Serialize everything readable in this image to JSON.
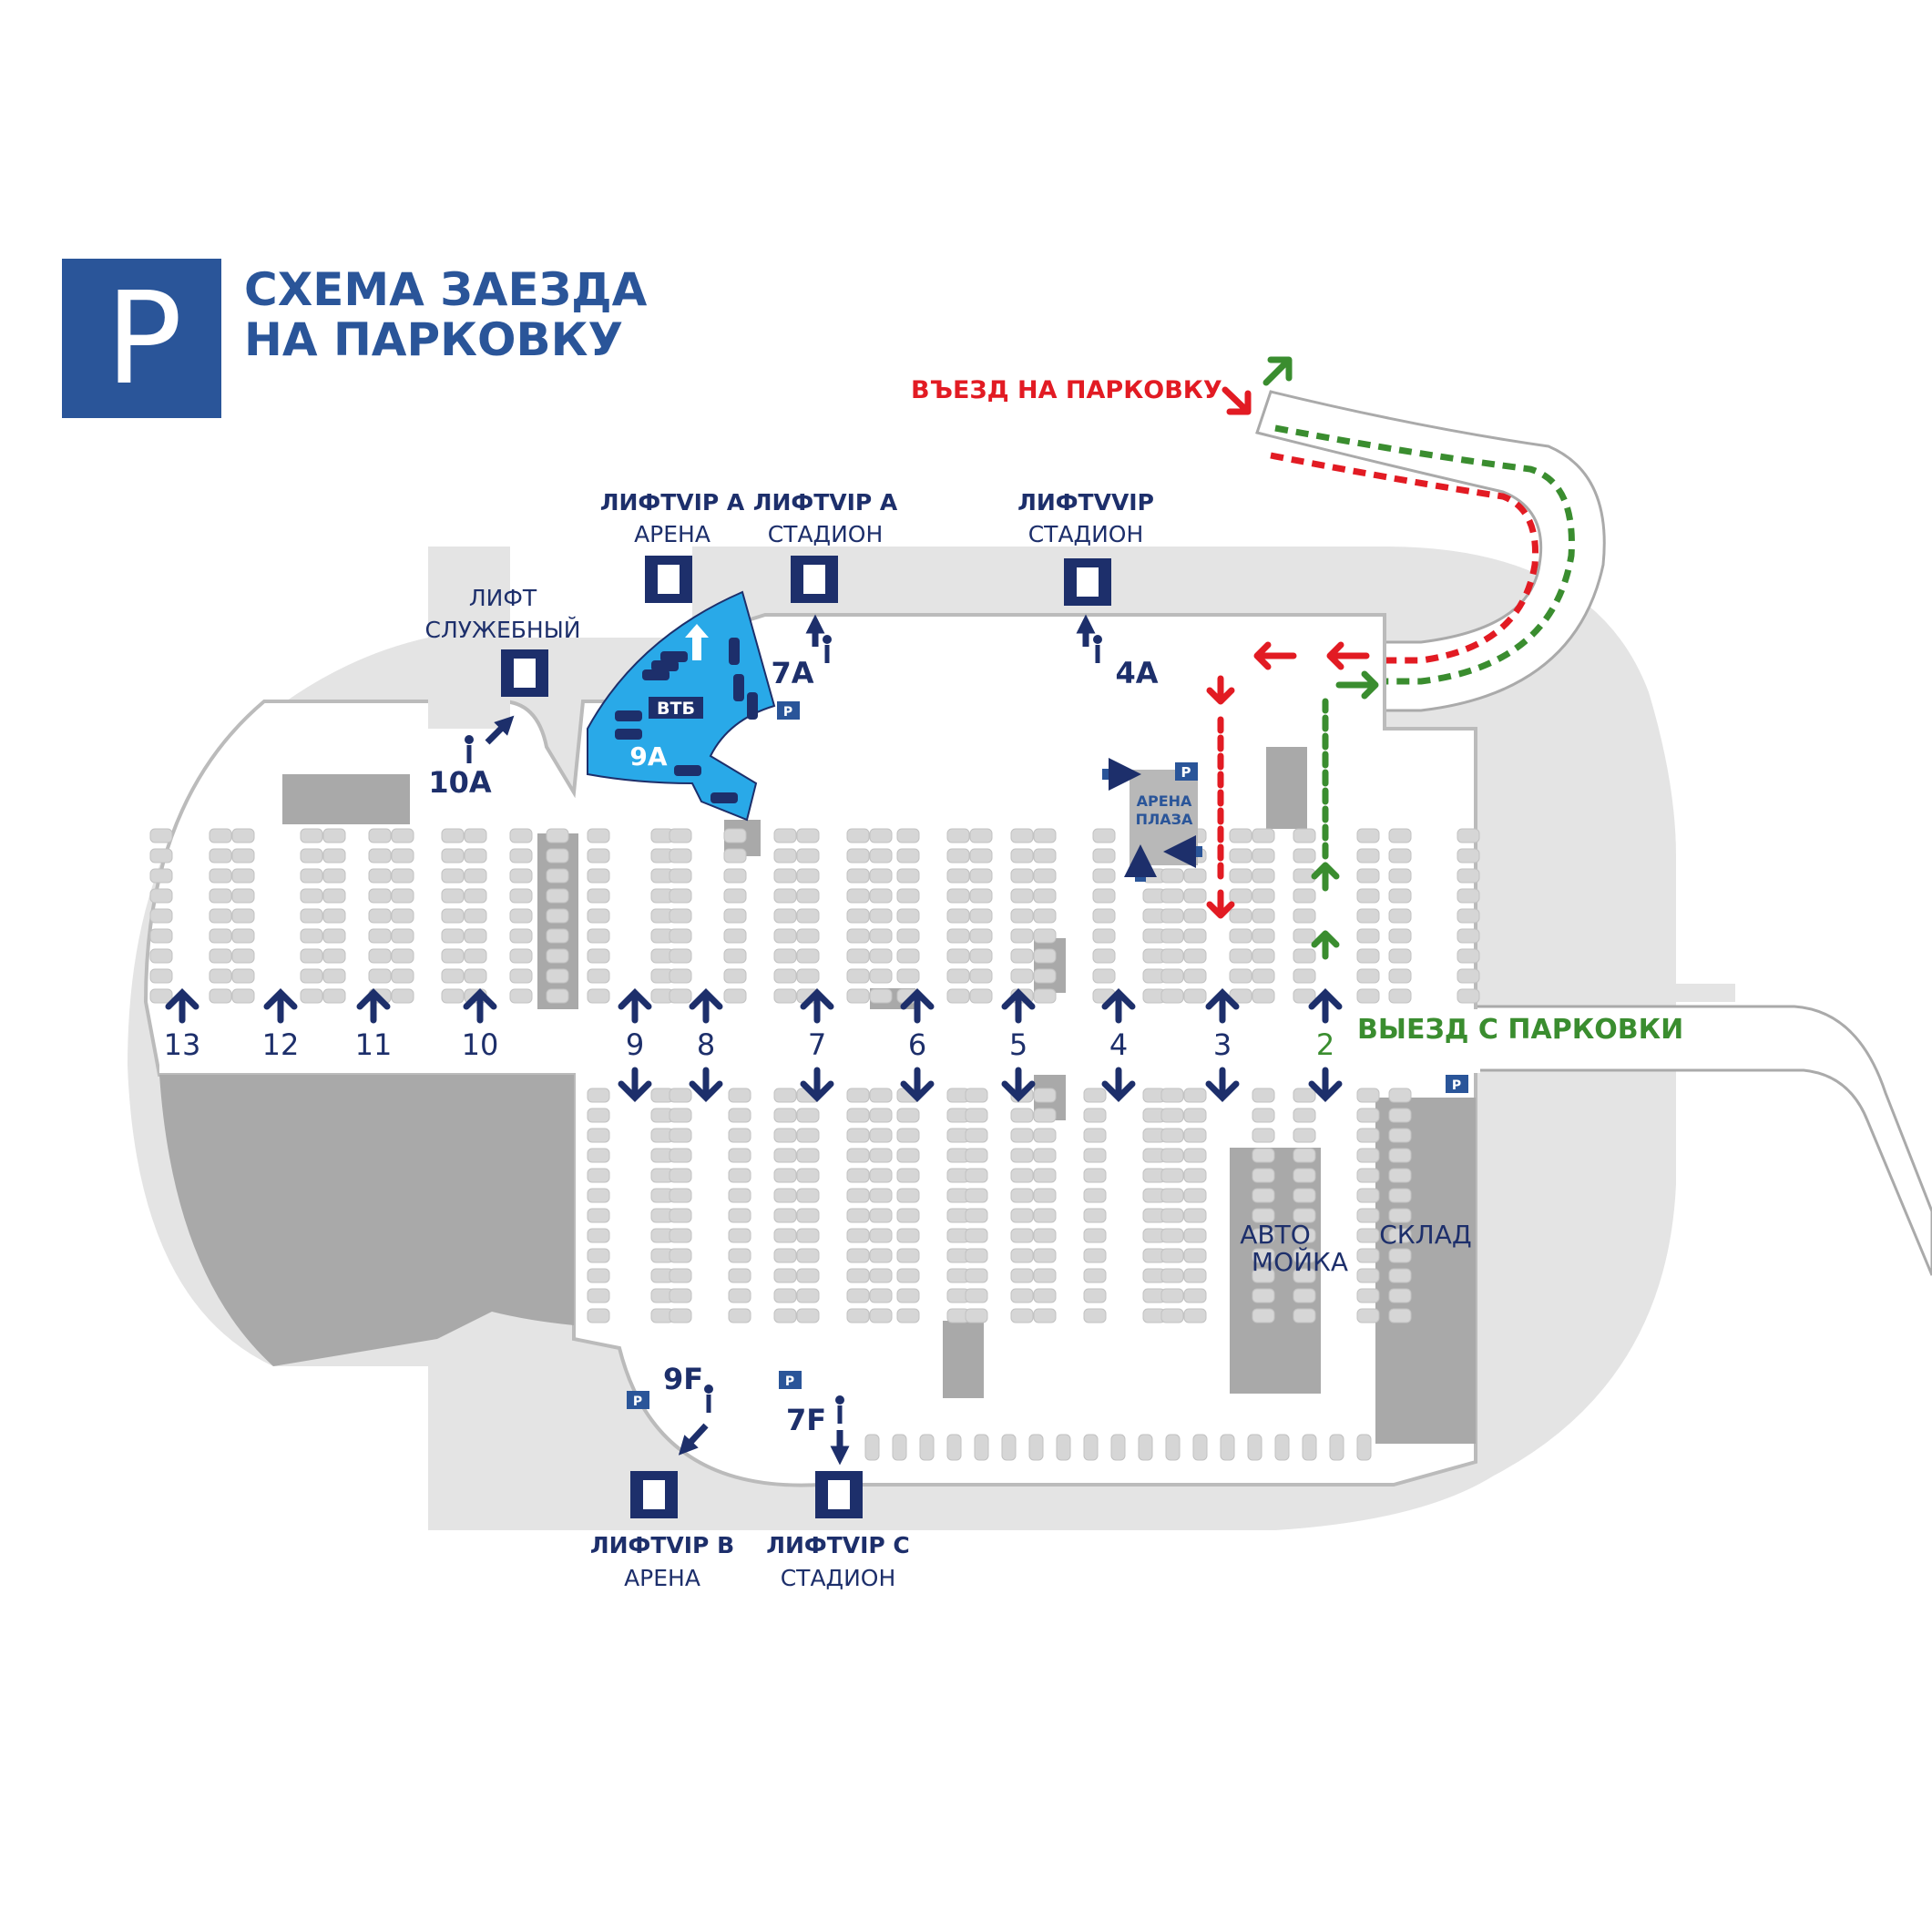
{
  "header": {
    "logo_letter": "P",
    "title_line1": "СХЕМА ЗАЕЗДА",
    "title_line2": "НА ПАРКОВКУ"
  },
  "colors": {
    "brand_blue": "#2a5599",
    "navy": "#1d2f6b",
    "light_gray": "#e4e4e4",
    "mid_gray": "#bcbcbc",
    "dark_gray": "#a3a3a3",
    "vtb_cyan": "#29a9e8",
    "entry_red": "#e21b23",
    "exit_green": "#3a8d2f"
  },
  "routes": {
    "entry_label": "ВЪЕЗД НА ПАРКОВКУ",
    "exit_label": "ВЫЕЗД С ПАРКОВКИ"
  },
  "elevators": {
    "vip_a_arena": {
      "line1": "ЛИФТVIP А",
      "line2": "АРЕНА"
    },
    "vip_a_stadium": {
      "line1": "ЛИФТVIP А",
      "line2": "СТАДИОН"
    },
    "vvip_stadium": {
      "line1": "ЛИФТVVIP",
      "line2": "СТАДИОН"
    },
    "service": {
      "line1": "ЛИФТ",
      "line2": "СЛУЖЕБНЫЙ"
    },
    "vip_b_arena": {
      "line1": "ЛИФТVIP B",
      "line2": "АРЕНА"
    },
    "vip_c_stadium": {
      "line1": "ЛИФТVIP C",
      "line2": "СТАДИОН"
    }
  },
  "zones": {
    "z10a": "10A",
    "z9a": "9A",
    "z7a": "7A",
    "z4a": "4A",
    "z9f": "9F",
    "z7f": "7F"
  },
  "rows": [
    "13",
    "12",
    "11",
    "10",
    "9",
    "8",
    "7",
    "6",
    "5",
    "4",
    "3",
    "2"
  ],
  "places": {
    "vtb": "ВТБ",
    "arena_plaza_1": "АРЕНА",
    "arena_plaza_2": "ПЛАЗА",
    "carwash_1": "АВТО",
    "carwash_2": "МОЙКА",
    "warehouse": "СКЛАД",
    "parking_sign": "P"
  }
}
